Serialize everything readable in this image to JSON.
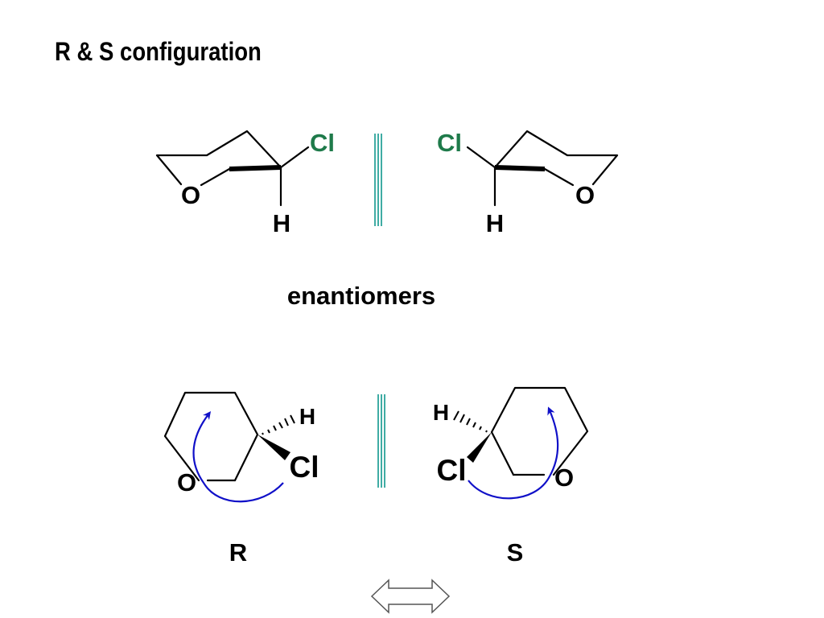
{
  "title": "R & S configuration",
  "relation_label": "enantiomers",
  "top_left": {
    "substituent": "Cl",
    "hydrogen": "H",
    "ring_oxygen": "O"
  },
  "top_right": {
    "substituent": "Cl",
    "hydrogen": "H",
    "ring_oxygen": "O"
  },
  "bottom_left": {
    "substituent": "Cl",
    "hydrogen": "H",
    "ring_oxygen": "O",
    "configuration": "R"
  },
  "bottom_right": {
    "substituent": "Cl",
    "hydrogen": "H",
    "ring_oxygen": "O",
    "configuration": "S"
  },
  "colors": {
    "text": "#000000",
    "chlorine": "#1e7a4a",
    "mirror": "#2aa39a",
    "arrow": "#1010c8",
    "double_arrow": "#555555"
  }
}
